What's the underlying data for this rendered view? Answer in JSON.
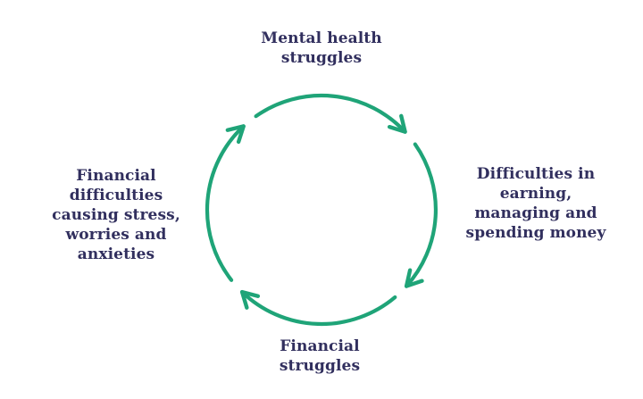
{
  "diagram": {
    "kind": "cycle-diagram",
    "direction": "clockwise",
    "colors": {
      "background": "#ffffff",
      "arrow_green": "#1fa478",
      "text_navy": "#312f5e"
    },
    "nodes": {
      "top": "Mental health\nstruggles",
      "right": "Difficulties in\nearning,\nmanaging and\nspending money",
      "bottom": "Financial\nstruggles",
      "left": "Financial\ndifficulties\ncausing stress,\nworries and\nanxieties"
    }
  }
}
